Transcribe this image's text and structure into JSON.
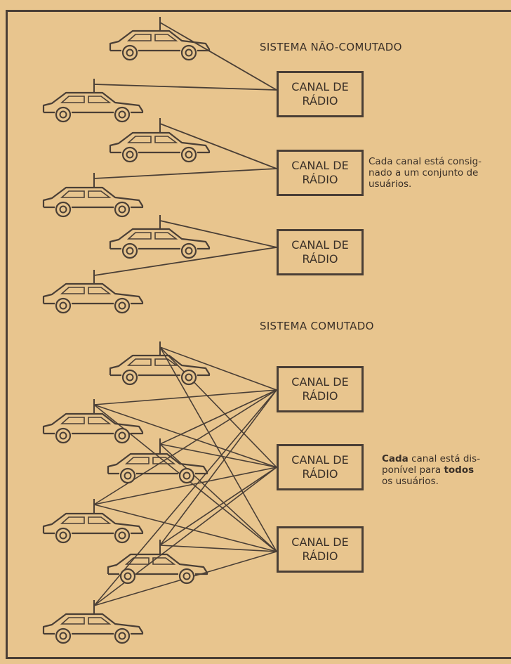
{
  "diagram": {
    "sections": [
      {
        "title": "SISTEMA NÃO-COMUTADO",
        "channels": [
          {
            "line1": "CANAL DE",
            "line2": "RÁDIO"
          },
          {
            "line1": "CANAL DE",
            "line2": "RÁDIO"
          },
          {
            "line1": "CANAL DE",
            "line2": "RÁDIO"
          }
        ],
        "note": {
          "line1": "Cada canal está consig-",
          "line2": "nado a um conjunto de",
          "line3": "usuários."
        }
      },
      {
        "title": "SISTEMA COMUTADO",
        "channels": [
          {
            "line1": "CANAL DE",
            "line2": "RÁDIO"
          },
          {
            "line1": "CANAL DE",
            "line2": "RÁDIO"
          },
          {
            "line1": "CANAL DE",
            "line2": "RÁDIO"
          }
        ],
        "note": {
          "bold1": "Cada",
          "line1_rest": " canal está dis-",
          "line2_pre": "ponível para ",
          "bold2": "todos",
          "line3": "os usuários."
        }
      }
    ],
    "icons": {
      "vehicle": "car-icon"
    },
    "colors": {
      "background": "#e8c58e",
      "ink": "#4a3f36",
      "text": "#3a3028"
    }
  }
}
